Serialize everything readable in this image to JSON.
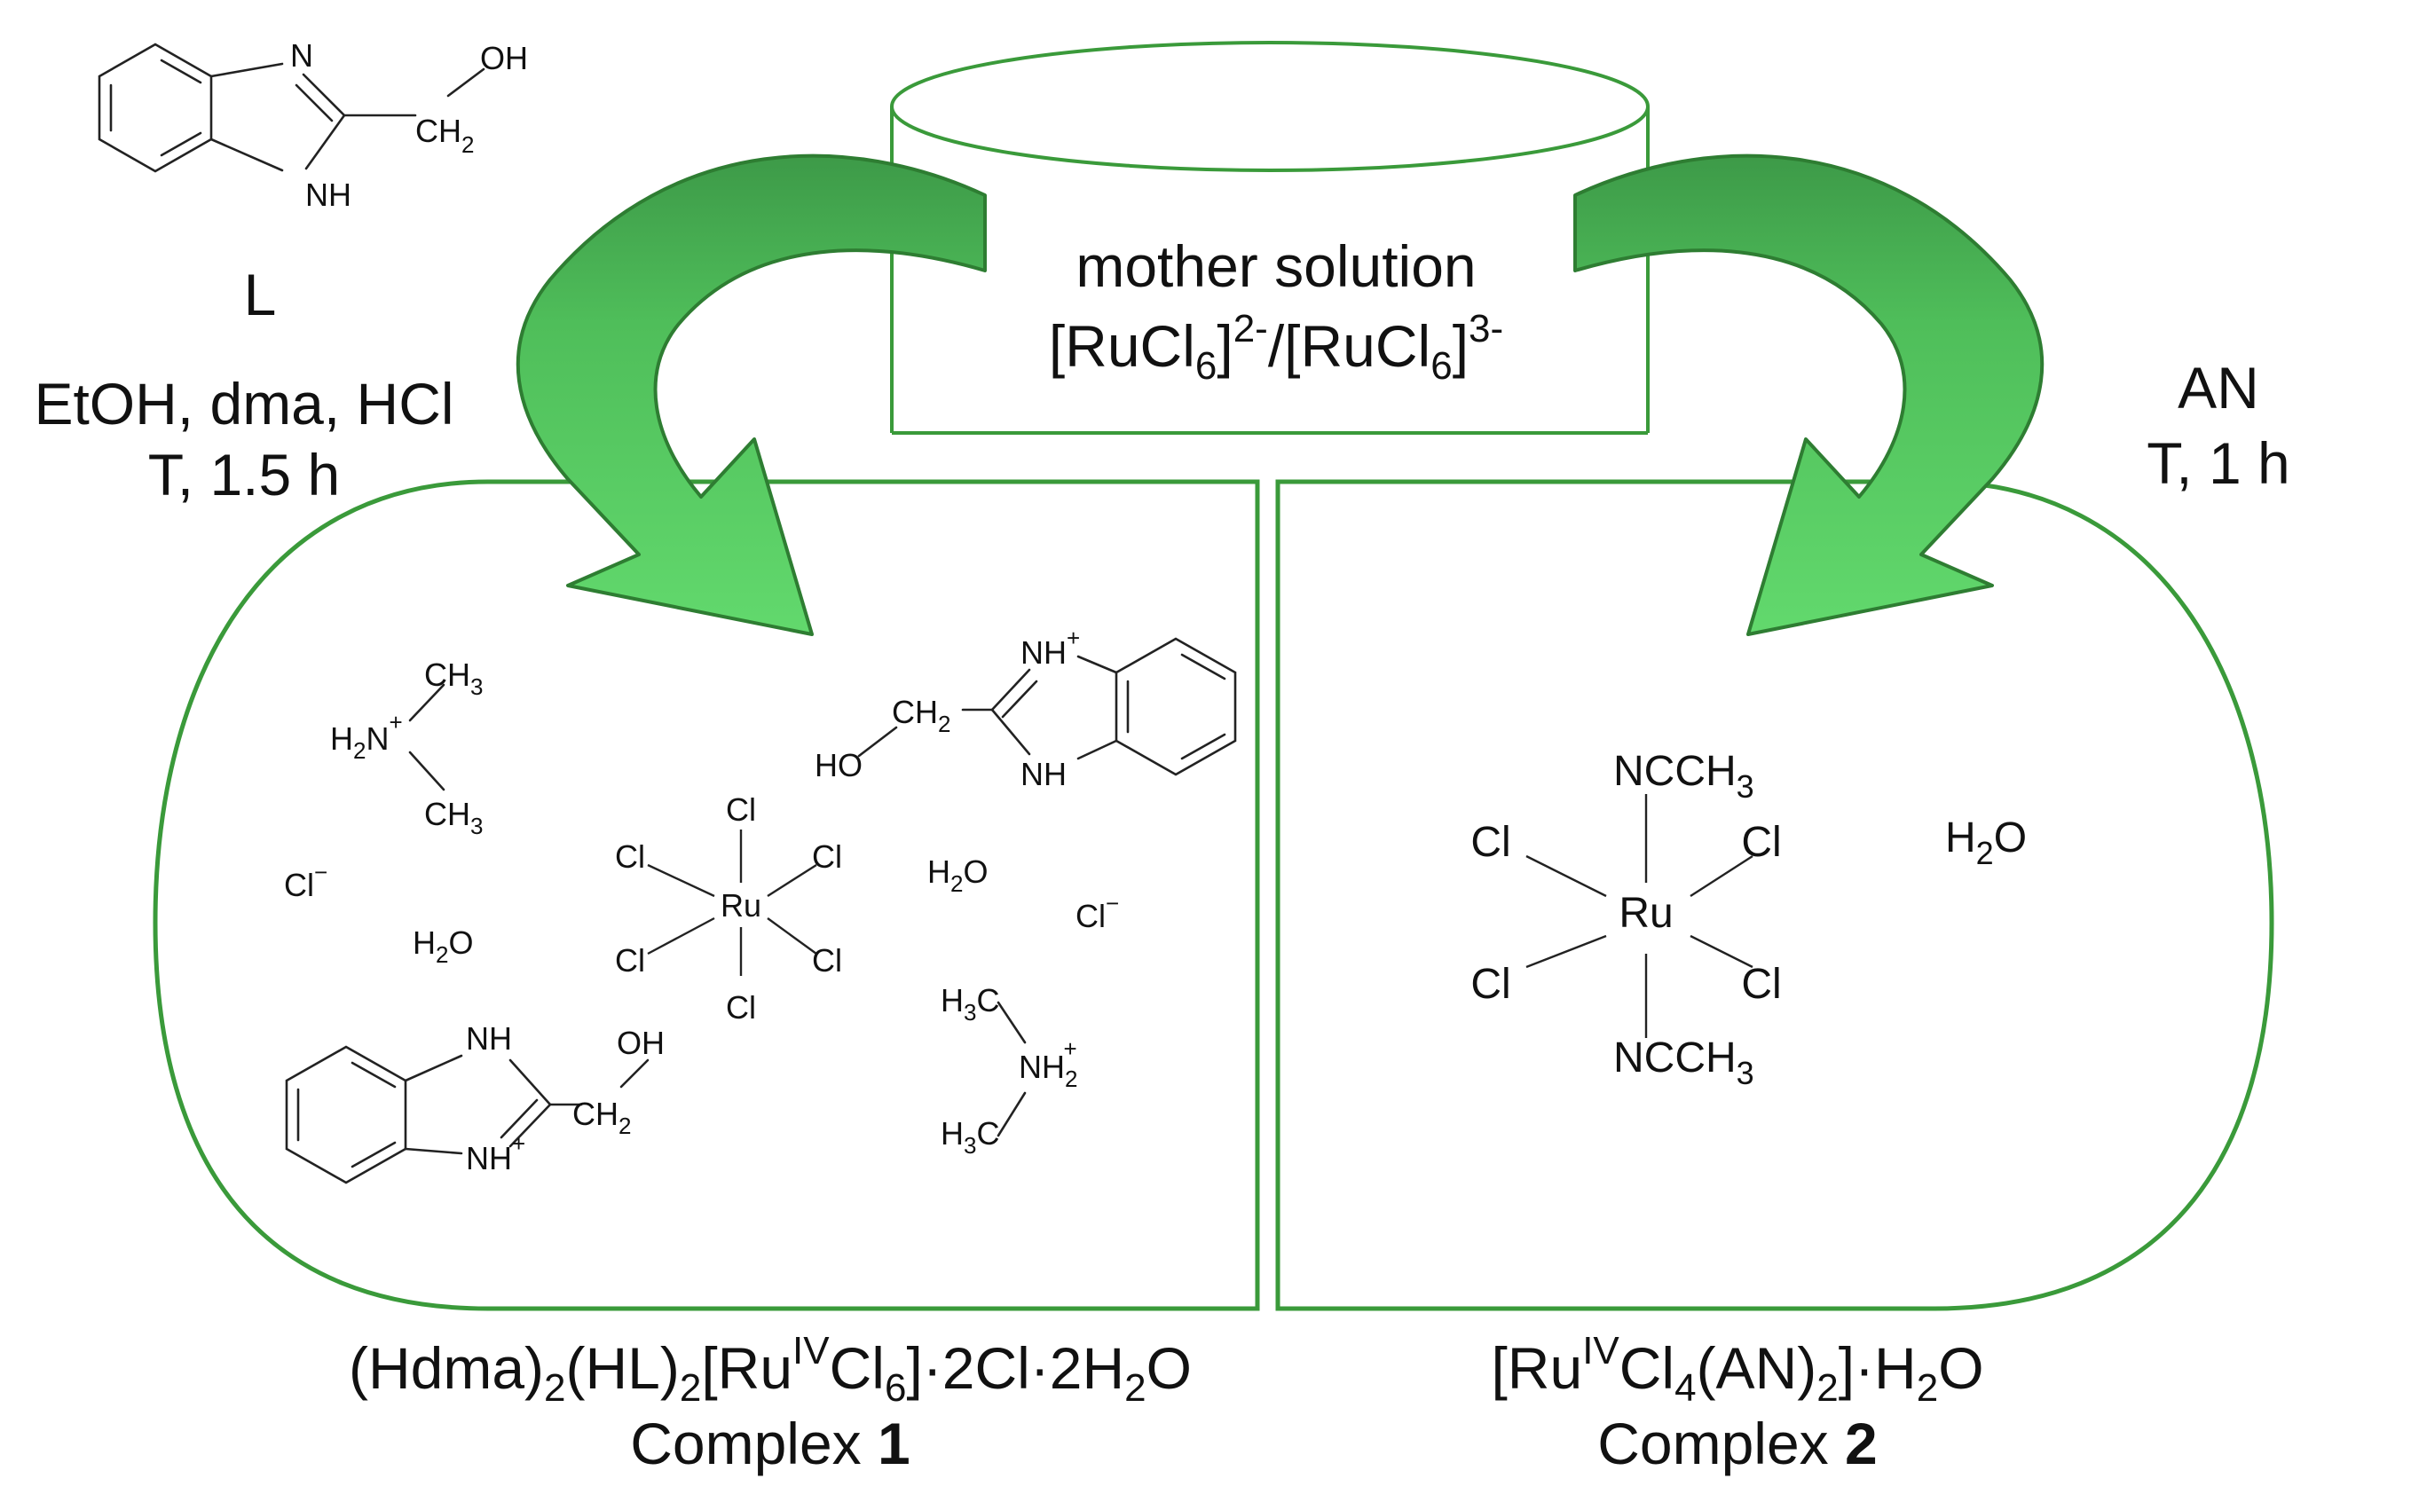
{
  "ligand": {
    "atom_n": "N",
    "atom_nh": "NH",
    "atom_oh": "OH",
    "atom_ch": "CH",
    "sub_2": "2",
    "label": "L"
  },
  "conditions_left": {
    "line1": "EtOH, dma, HCl",
    "line2": "T, 1.5 h"
  },
  "conditions_right": {
    "line1": "AN",
    "line2": "T, 1 h"
  },
  "mother": {
    "line1": "mother solution",
    "ion1_pre": "[RuCl",
    "ion1_sub": "6",
    "ion1_close": "]",
    "ion1_sup": "2-",
    "slash": "/",
    "ion2_pre": "[RuCl",
    "ion2_sub": "6",
    "ion2_close": "]",
    "ion2_sup": "3-"
  },
  "complex1": {
    "cl": "Cl",
    "ru": "Ru",
    "cl_minus": "Cl",
    "minus": "−",
    "h": "H",
    "o": "O",
    "sub_2": "2",
    "nh": "NH",
    "plus": "+",
    "ch3": "CH",
    "sub_3": "3",
    "h3c": "H",
    "c": "C",
    "n": "N",
    "oh": "OH",
    "ho": "HO",
    "ch2": "CH",
    "formula_a": "(Hdma)",
    "formula_b": "2",
    "formula_c": "(HL)",
    "formula_d": "2",
    "formula_e": "[Ru",
    "formula_f": "IV",
    "formula_g": "Cl",
    "formula_h": "6",
    "formula_i": "]·2Cl·2H",
    "formula_j": "2",
    "formula_k": "O",
    "name": "Complex ",
    "number": "1"
  },
  "complex2": {
    "cl": "Cl",
    "ru": "Ru",
    "ncch": "NCCH",
    "sub_3": "3",
    "h": "H",
    "o": "O",
    "sub_2": "2",
    "formula_a": "[Ru",
    "formula_b": "IV",
    "formula_c": "Cl",
    "formula_d": "4",
    "formula_e": "(AN)",
    "formula_f": "2",
    "formula_g": "]·H",
    "formula_h": "2",
    "formula_i": "O",
    "name": "Complex ",
    "number": "2"
  },
  "colors": {
    "outline_green": "#3a9a3a",
    "arrow_light": "#5fd56b",
    "arrow_dark": "#3fa04a",
    "arrow_stroke": "#2e7d32",
    "text": "#111111"
  }
}
